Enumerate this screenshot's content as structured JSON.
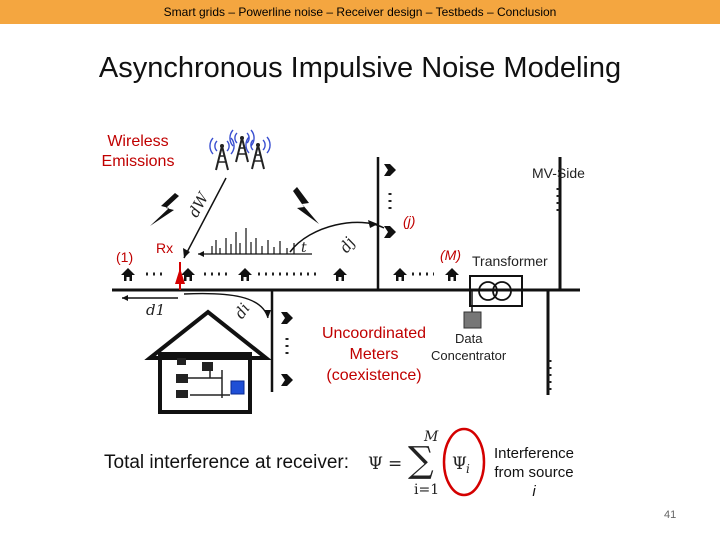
{
  "header": {
    "breadcrumb": "Smart grids – Powerline noise – Receiver design – Testbeds – Conclusion"
  },
  "slide": {
    "title": "Asynchronous Impulsive Noise Modeling",
    "page_number": "41"
  },
  "diagram": {
    "wireless_label": [
      "Wireless",
      "Emissions"
    ],
    "mv_side": "MV-Side",
    "transformer": "Transformer",
    "data_concentrator": [
      "Data",
      "Concentrator"
    ],
    "uncoordinated_label": [
      "Uncoordinated",
      "Meters",
      "(coexistence)"
    ],
    "rx": "Rx",
    "node_1": "(1)",
    "node_j": "(j)",
    "node_m": "(M)",
    "d_w": "dW",
    "d_j": "dj",
    "d_1": "d1",
    "d_i": "di",
    "t_axis": "t"
  },
  "equation": {
    "prefix": "Total interference at receiver:",
    "psi": "Ψ",
    "equals": "=",
    "sum": "∑",
    "upper": "M",
    "lower": "i=1",
    "term": "Ψ",
    "term_sub": "i"
  },
  "annotation": {
    "lines": [
      "Interference",
      "from source",
      "i"
    ]
  },
  "colors": {
    "header_bg": "#f4a640",
    "accent_red": "#c00000",
    "meter_blue": "#1f4fd6"
  }
}
